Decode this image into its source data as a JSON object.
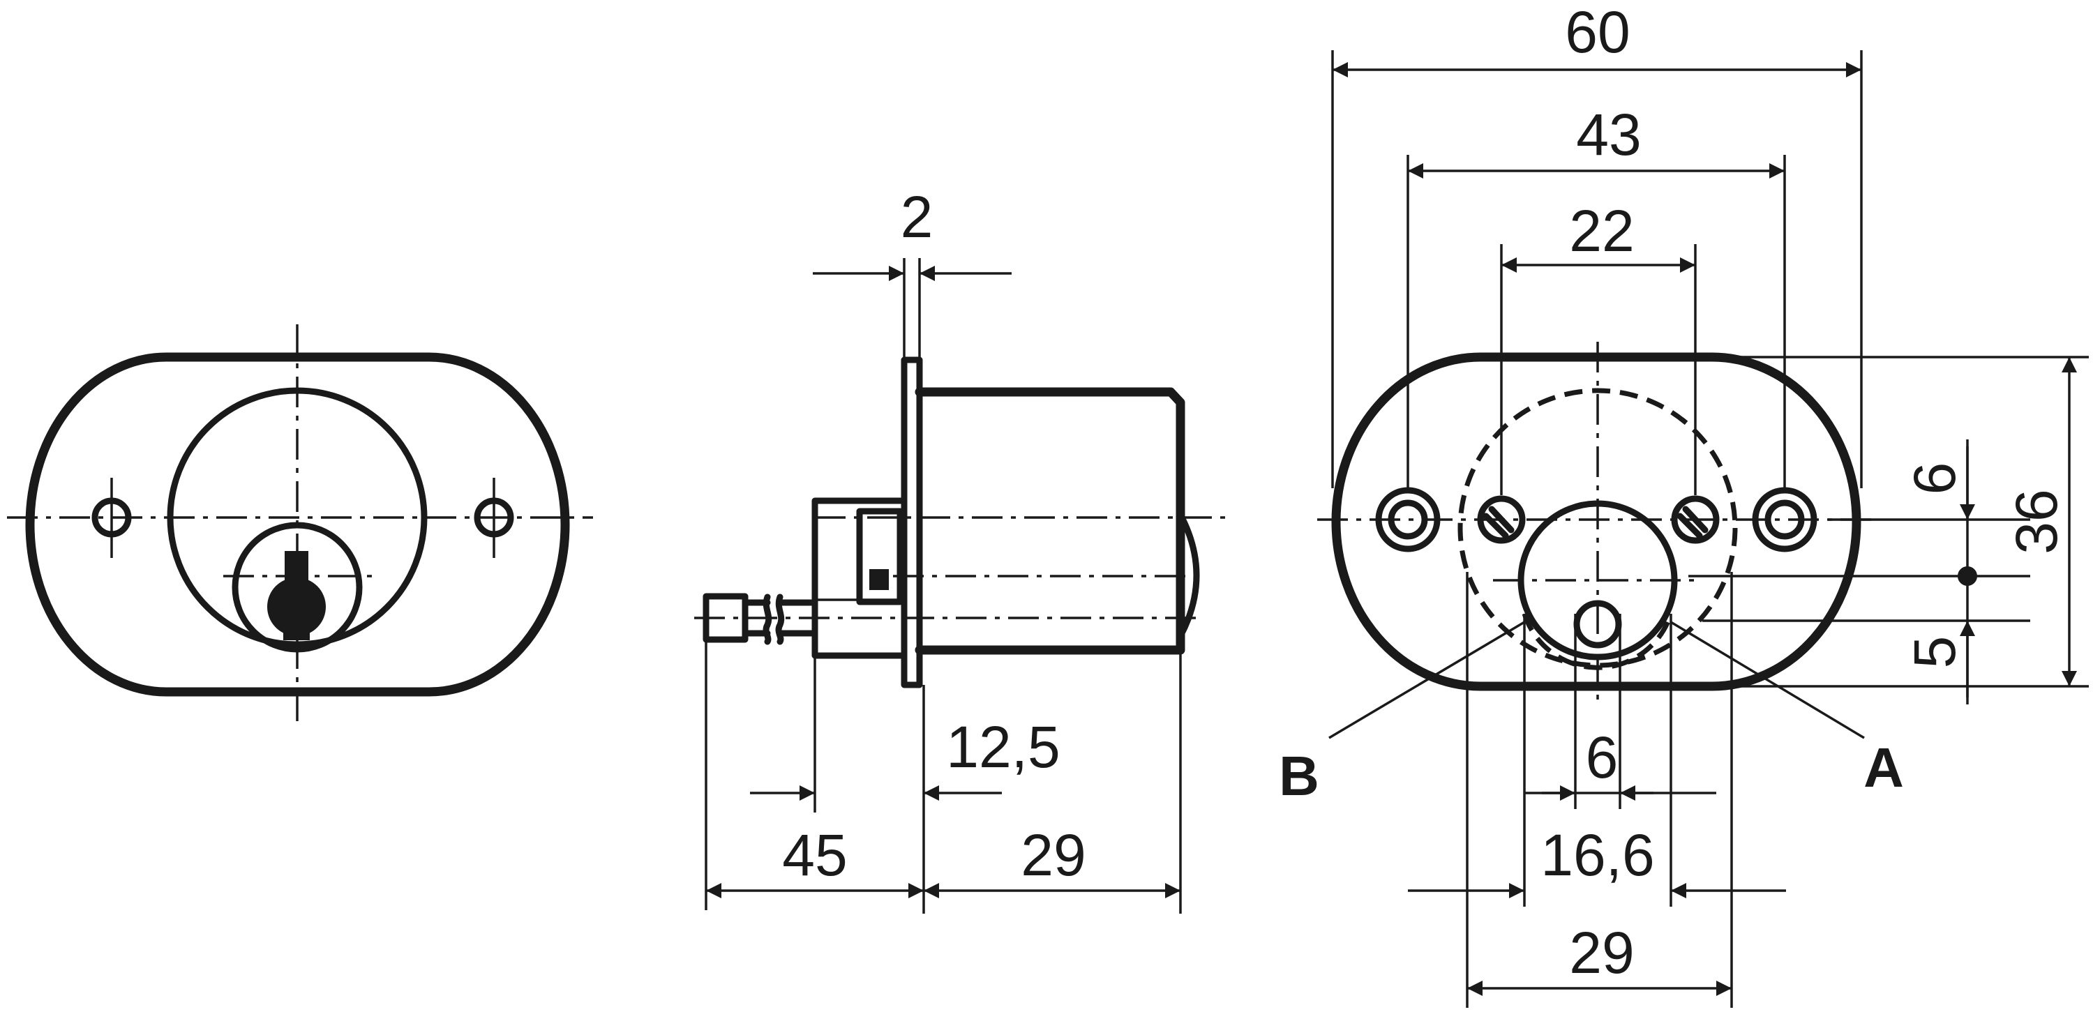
{
  "dimensions": {
    "d60": "60",
    "d43": "43",
    "d22": "22",
    "d2": "2",
    "d36": "36",
    "d6_right": "6",
    "d5": "5",
    "d12_5": "12,5",
    "d45": "45",
    "d29_side": "29",
    "d6_bottom": "6",
    "d16_6": "16,6",
    "d29_bottom": "29"
  },
  "labels": {
    "a": "A",
    "b": "B"
  }
}
